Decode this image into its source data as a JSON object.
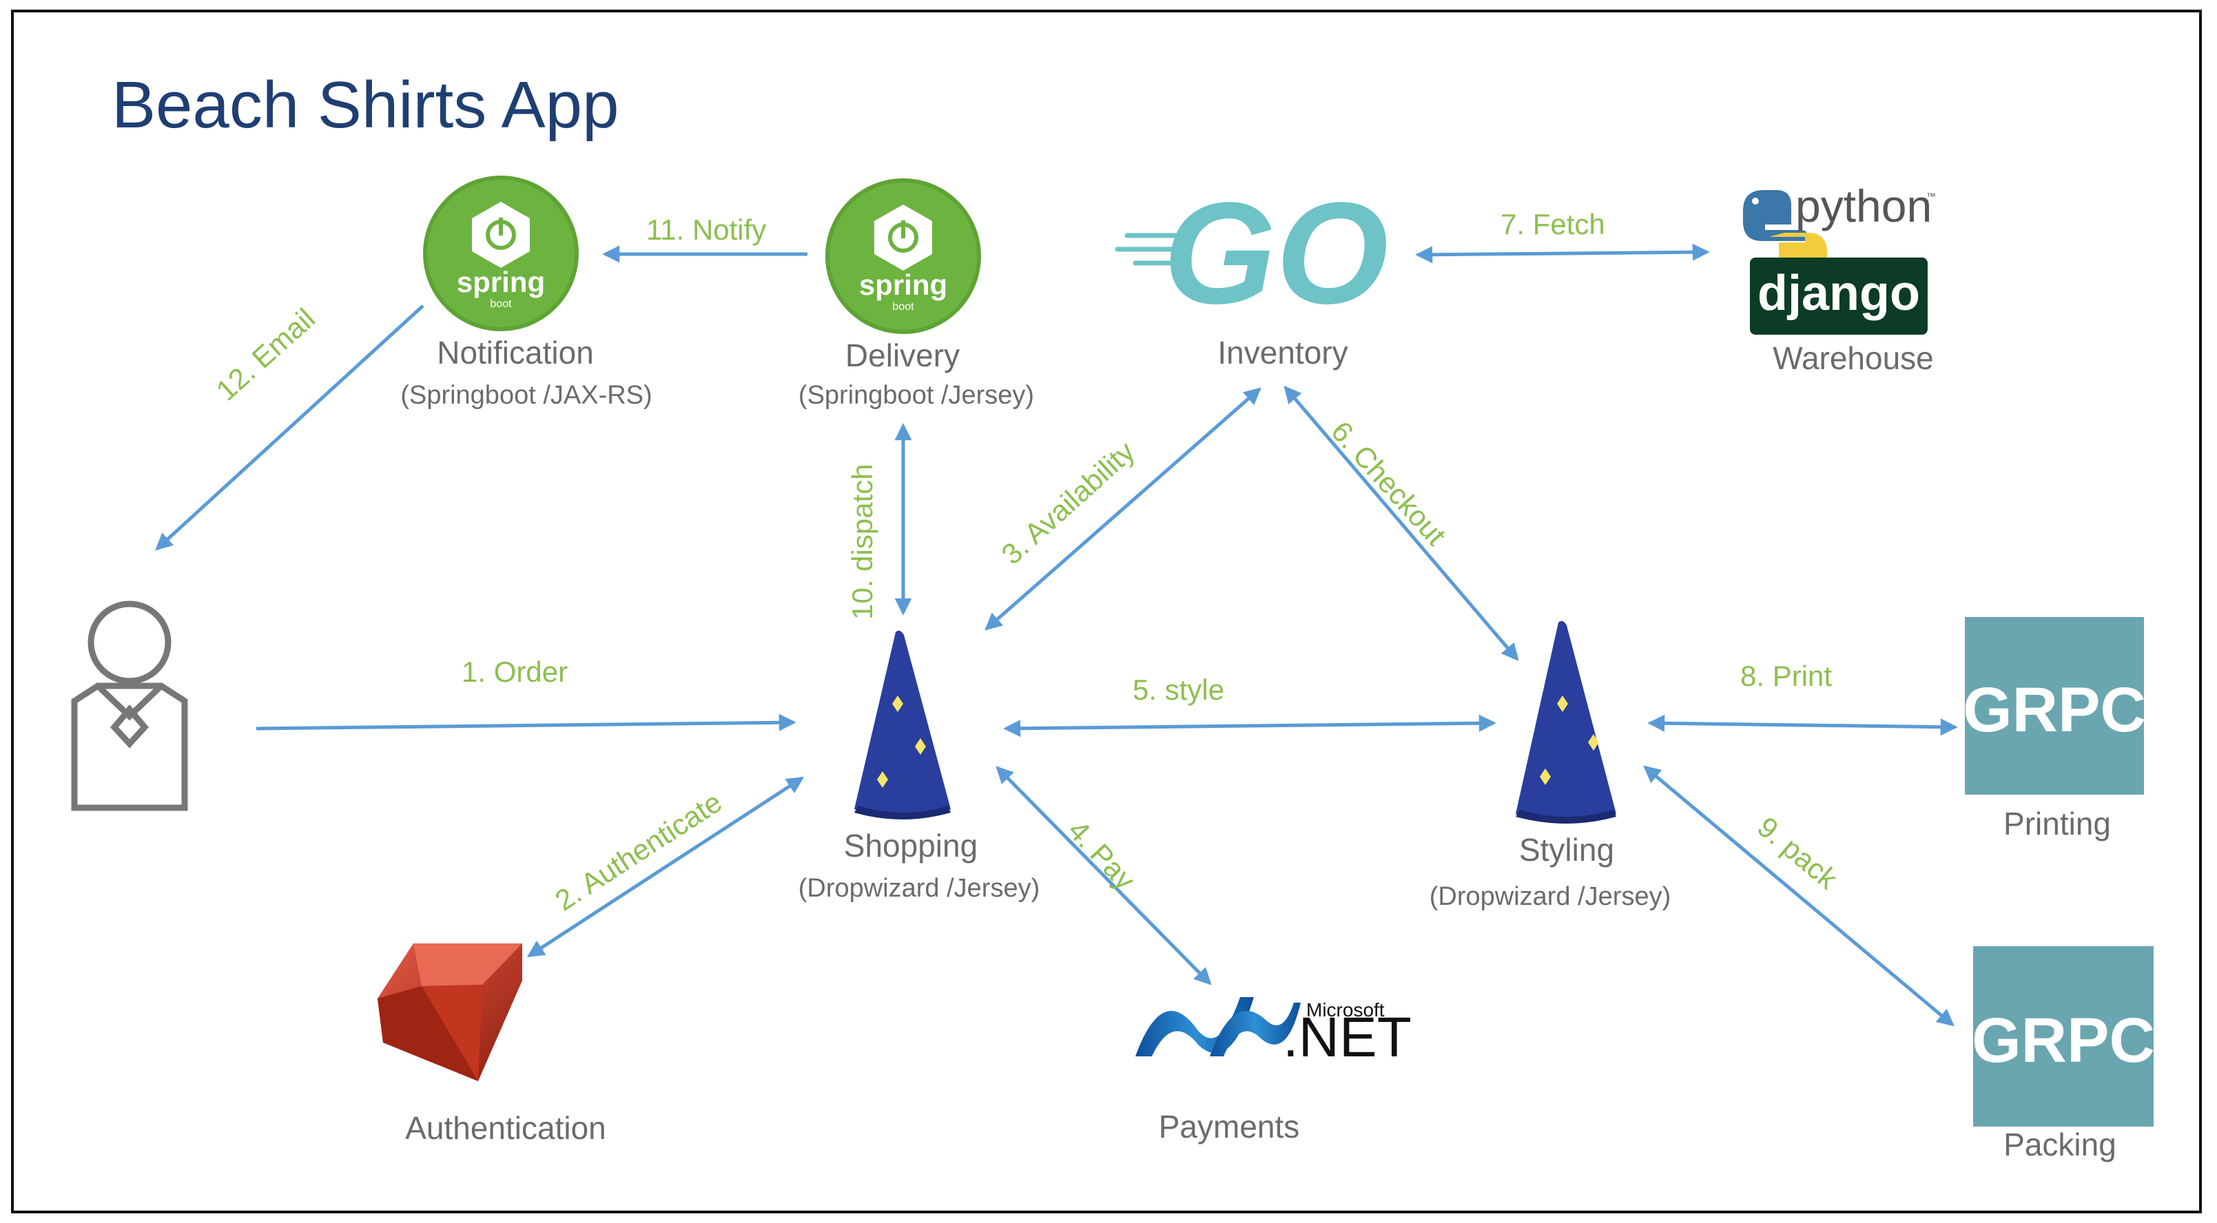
{
  "title": "Beach Shirts App",
  "colors": {
    "title": "#1f3f73",
    "label": "#6b6b6b",
    "edge_label": "#8cbf4f",
    "arrow": "#5a9bd6",
    "spring_green": "#6db33f",
    "go_teal": "#6ec3c6",
    "grpc_teal": "#6aa6b0",
    "django_dark": "#0c3c26",
    "hat_blue": "#2a3e9e",
    "ruby_red": "#b0281a",
    "person_gray": "#777777"
  },
  "nodes": {
    "notification": {
      "name": "Notification",
      "tech": "(Springboot /JAX-RS)",
      "logo": "spring-boot-logo",
      "logo_text": "spring",
      "logo_sub": "boot"
    },
    "delivery": {
      "name": "Delivery",
      "tech": "(Springboot /Jersey)",
      "logo": "spring-boot-logo",
      "logo_text": "spring",
      "logo_sub": "boot"
    },
    "inventory": {
      "name": "Inventory",
      "logo": "go-logo",
      "logo_text": "GO"
    },
    "warehouse": {
      "name": "Warehouse",
      "logo": "python-django-logo",
      "logo_text_python": "python",
      "logo_tm": "™",
      "logo_text_django": "django"
    },
    "shopping": {
      "name": "Shopping",
      "tech": "(Dropwizard /Jersey)",
      "logo": "wizard-hat-icon"
    },
    "styling": {
      "name": "Styling",
      "tech": "(Dropwizard /Jersey)",
      "logo": "wizard-hat-icon"
    },
    "printing": {
      "name": "Printing",
      "logo": "grpc-logo",
      "logo_text": "GRPC"
    },
    "packing": {
      "name": "Packing",
      "logo": "grpc-logo",
      "logo_text": "GRPC"
    },
    "authentication": {
      "name": "Authentication",
      "logo": "ruby-gem-icon"
    },
    "payments": {
      "name": "Payments",
      "logo": "dotnet-logo",
      "logo_text": ".NET",
      "logo_brand": "Microsoft"
    },
    "user": {
      "logo": "user-icon"
    }
  },
  "edges": [
    {
      "id": "order",
      "label": "1. Order"
    },
    {
      "id": "authenticate",
      "label": "2. Authenticate"
    },
    {
      "id": "availability",
      "label": "3. Availability"
    },
    {
      "id": "pay",
      "label": "4. Pay"
    },
    {
      "id": "style",
      "label": "5. style"
    },
    {
      "id": "checkout",
      "label": "6. Checkout"
    },
    {
      "id": "fetch",
      "label": "7. Fetch"
    },
    {
      "id": "print",
      "label": "8. Print"
    },
    {
      "id": "pack",
      "label": "9. pack"
    },
    {
      "id": "dispatch",
      "label": "10. dispatch"
    },
    {
      "id": "notify",
      "label": "11. Notify"
    },
    {
      "id": "email",
      "label": "12. Email"
    }
  ]
}
